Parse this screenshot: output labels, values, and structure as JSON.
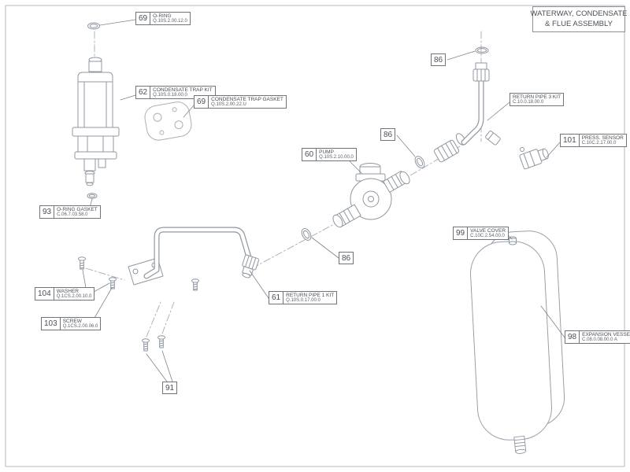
{
  "title_block": {
    "line1": "WATERWAY, CONDENSATE",
    "line2": "& FLUE ASSEMBLY"
  },
  "callouts": [
    {
      "num": "69",
      "name": "O-RING",
      "code": "Q.10S.2.00.12.0"
    },
    {
      "num": "62",
      "name": "CONDENSATE TRAP KIT",
      "code": "Q.10S.0.18.00.0"
    },
    {
      "num": "69",
      "name": "CONDENSATE TRAP GASKET",
      "code": "Q.10S.2.00.22.U"
    },
    {
      "num": "93",
      "name": "O-RING GASKET",
      "code": "C.06.7.03.58.0"
    },
    {
      "num": "104",
      "name": "WASHER",
      "code": "Q.1CS.2.00.10.0"
    },
    {
      "num": "103",
      "name": "SCREW",
      "code": "Q.1CS.2.00.06.0"
    },
    {
      "num": "91"
    },
    {
      "num": "61",
      "name": "RETURN PIPE 1 KIT",
      "code": "Q.10S.0.17.00.0"
    },
    {
      "num": "86"
    },
    {
      "num": "60",
      "name": "PUMP",
      "code": "Q.10S.2.10.00.0"
    },
    {
      "num": "86"
    },
    {
      "num": "86"
    },
    {
      "name": "RETURN PIPE 3 KIT",
      "code": "C.10.0.18.00.0"
    },
    {
      "num": "101",
      "name": "PRESS. SENSOR",
      "code": "C.10C.2.17.00.0"
    },
    {
      "num": "99",
      "name": "VALVE COVER",
      "code": "C.10C.2.54.00.0"
    },
    {
      "num": "98",
      "name": "EXPANSION VESSEL",
      "code": "C.08.0.08.00.0 A"
    }
  ],
  "colors": {
    "line": "#9097a0",
    "text": "#4a4f55",
    "box_border": "#70757c"
  }
}
